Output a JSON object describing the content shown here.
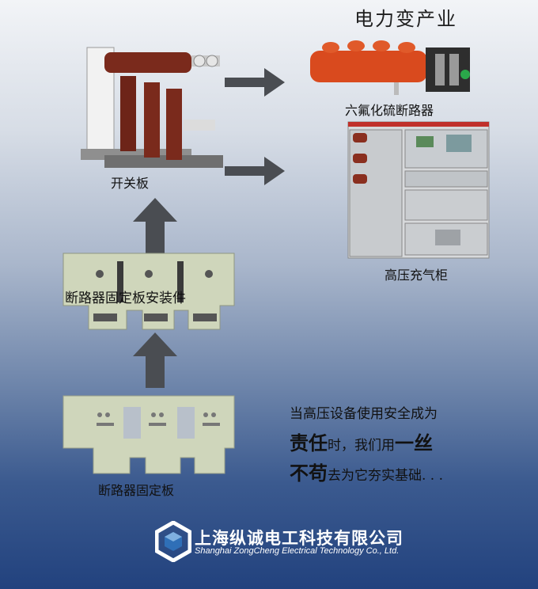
{
  "heading": "电力变产业",
  "products": {
    "switch_panel": "开关板",
    "sf6_breaker": "六氟化硫断路器",
    "hv_cabinet": "高压充气柜",
    "mounting_part": "断路器固定板安装件",
    "fixing_plate": "断路器固定板"
  },
  "slogan": {
    "line1": "当高压设备使用安全成为",
    "line2_big": "责任",
    "line2_rest": "时，我们用",
    "line2_end": "一丝",
    "line3_big": "不苟",
    "line3_rest": "去为它夯实基础. . ."
  },
  "company": {
    "name_cn": "上海纵诚电工科技有限公司",
    "name_en": "Shanghai ZongCheng Electrical Technology Co., Ltd."
  },
  "colors": {
    "breaker_red": "#d94a1e",
    "pole_brown": "#7a2a1c",
    "cabinet_gray": "#cfd2d4",
    "plate_green": "#cfd6bb",
    "arrow_gray": "#4a4d52"
  }
}
